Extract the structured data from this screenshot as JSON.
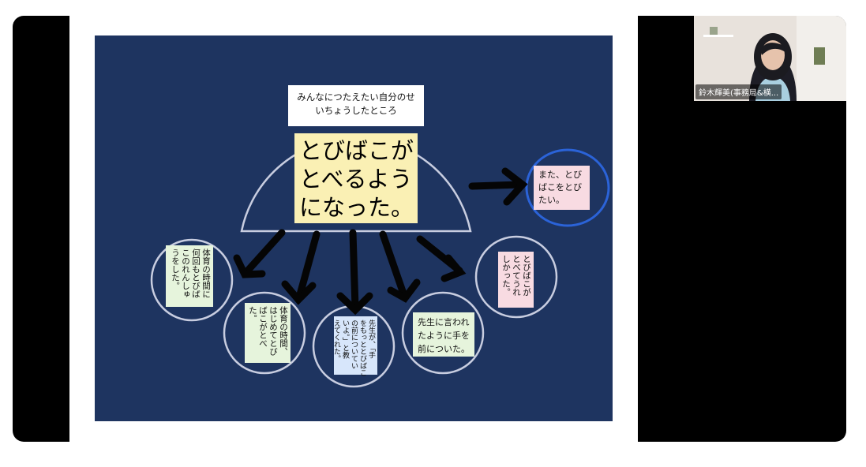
{
  "slide": {
    "title": "みんなにつたえたい自分のせ\nいちょうしたところ",
    "main_note": "とびばこが\nとべるよう\nになった。",
    "future_note": "また、とび\nばこをとび\nたい。",
    "notes": [
      {
        "id": "left",
        "text": "体育の時間に\n何回もとびば\nこのれんしゅ\nうをした。"
      },
      {
        "id": "center-left",
        "text": "体育の時間、\nはじめてとび\nばこがとべ\nた。"
      },
      {
        "id": "center",
        "text": "先生が、「手\nをもっととびばこ\nの前についてい\nいよ。」と教\nえてくれた。"
      },
      {
        "id": "center-right",
        "text": "先生に言われ\nたように手を\n前についた。"
      },
      {
        "id": "right",
        "text": "とびばこが\nとべてうれ\nしかった。"
      }
    ]
  },
  "participant": {
    "name": "鈴木輝美(事務局&横..."
  },
  "colors": {
    "slide_bg": "#1e3460",
    "main_note": "#faf0b4",
    "pink_note": "#f8dbe2",
    "green_note": "#e6f4dc",
    "blue_note": "#d7e6fb",
    "highlight_circle": "#2b63d8"
  }
}
